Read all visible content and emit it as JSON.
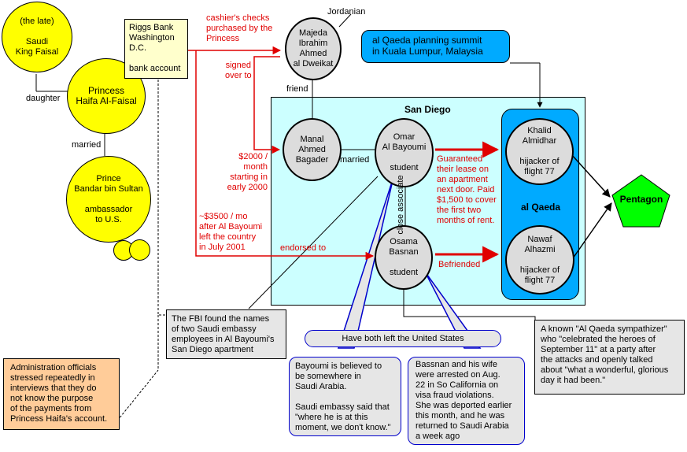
{
  "nodes": {
    "king": [
      "(the late)",
      "",
      "Saudi",
      "King Faisal"
    ],
    "haifa": [
      "Princess",
      "Haifa Al-Faisal"
    ],
    "bandar": [
      "Prince",
      "Bandar bin Sultan",
      "",
      "ambassador",
      "to U.S."
    ],
    "majeda": [
      "Majeda",
      "Ibrahim",
      "Ahmed",
      "al Dweikat"
    ],
    "manal": [
      "Manal",
      "Ahmed",
      "Bagader"
    ],
    "omar": [
      "Omar",
      "Al Bayoumi",
      "",
      "student"
    ],
    "osama": [
      "Osama",
      "Basnan",
      "",
      "student"
    ],
    "khalid": [
      "Khalid",
      "Almidhar",
      "",
      "hijacker of",
      "flight 77"
    ],
    "nawaf": [
      "Nawaf",
      "Alhazmi",
      "",
      "hijacker of",
      "flight 77"
    ],
    "pentagon": "Pentagon"
  },
  "boxes": {
    "bank": "Riggs Bank\nWashington\nD.C.\n\nbank account",
    "summit": "al Qaeda planning summit\nin Kuala Lumpur, Malaysia",
    "san_diego": "San Diego",
    "al_qaeda": "al Qaeda",
    "fbi": "The FBI found the names\nof two Saudi embassy\nemployees in Al Bayoumi's\nSan Diego apartment",
    "admin": "Administration officials\nstressed repeatedly in\ninterviews that they do\nnot know the purpose\nof the payments from\nPrincess Haifa's account.",
    "sympathizer": "A known \"Al Qaeda sympathizer\"\nwho \"celebrated the heroes of\nSeptember 11\" at a party after\nthe attacks and openly talked\nabout \"what a wonderful, glorious\nday it had been.\"",
    "left_us": "Have both left the United States",
    "bayoumi_note": "Bayoumi is believed to\nbe somewhere in\nSaudi Arabia.\n\nSaudi embassy said that\n\"where he is at this\nmoment, we don't know.\"",
    "basnan_note": "Bassnan and his wife\nwere arrested on Aug.\n22 in So California on\nvisa fraud violations.\nShe was deported earlier\nthis month, and he was\nreturned to Saudi Arabia\na week ago"
  },
  "labels": {
    "daughter": "daughter",
    "married_1": "married",
    "married_2": "married",
    "friend": "friend",
    "jordanian": "Jordanian",
    "close_associate": "close associate",
    "cashiers": "cashier's checks\npurchased by the\nPrincess",
    "signed": "signed\nover to",
    "payment_2000": "$2000 /\nmonth\nstarting in\nearly 2000",
    "payment_3500": "~$3500 /  mo\nafter Al Bayoumi\nleft the country\nin July 2001",
    "endorsed": "endorsed to",
    "guaranteed": "Guaranteed\ntheir lease on\nan apartment\nnext door.  Paid\n$1,500 to cover\nthe first two\nmonths of rent.",
    "befriended": "Befriended"
  },
  "colors": {
    "yellow": "#ffff00",
    "gray_node": "#dcdcdc",
    "san_diego_bg": "#ccffff",
    "al_qaeda_bg": "#00aaff",
    "summit_bg": "#00aaff",
    "pentagon": "#00ff00",
    "red": "#e00000",
    "blue_outline": "#0000cc",
    "admin_bg": "#ffcc99",
    "bank_bg": "#ffffcc",
    "note_bg": "#e6e6e6"
  }
}
